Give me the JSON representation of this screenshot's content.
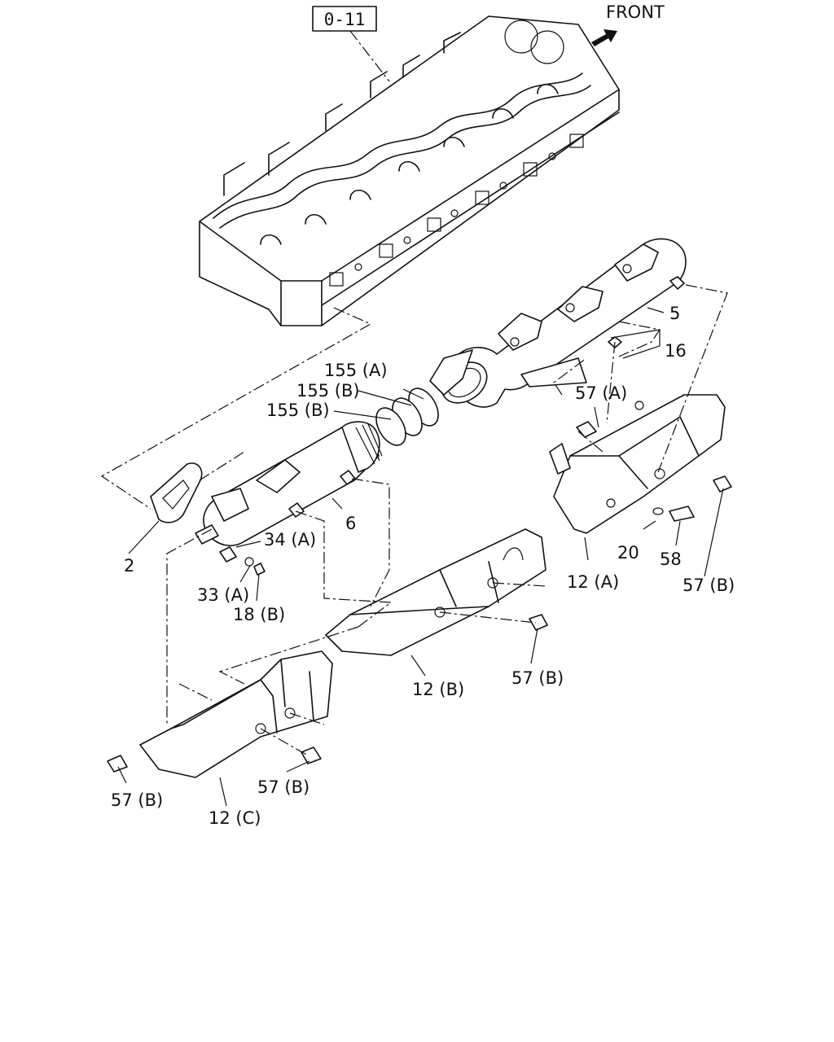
{
  "reference_box": "0-11",
  "front_label": "FRONT",
  "labels": {
    "p2": "2",
    "p5": "5",
    "p6": "6",
    "p16": "16",
    "p20": "20",
    "p58": "58",
    "p12a": "12 (A)",
    "p12b": "12 (B)",
    "p12c": "12 (C)",
    "p155a": "155 (A)",
    "p155b1": "155 (B)",
    "p155b2": "155 (B)",
    "p57a": "57 (A)",
    "p57b_right": "57 (B)",
    "p57b_mid": "57 (B)",
    "p57b_lower": "57 (B)",
    "p57b_left": "57 (B)",
    "p34a": "34 (A)",
    "p33a": "33 (A)",
    "p18b": "18 (B)"
  }
}
